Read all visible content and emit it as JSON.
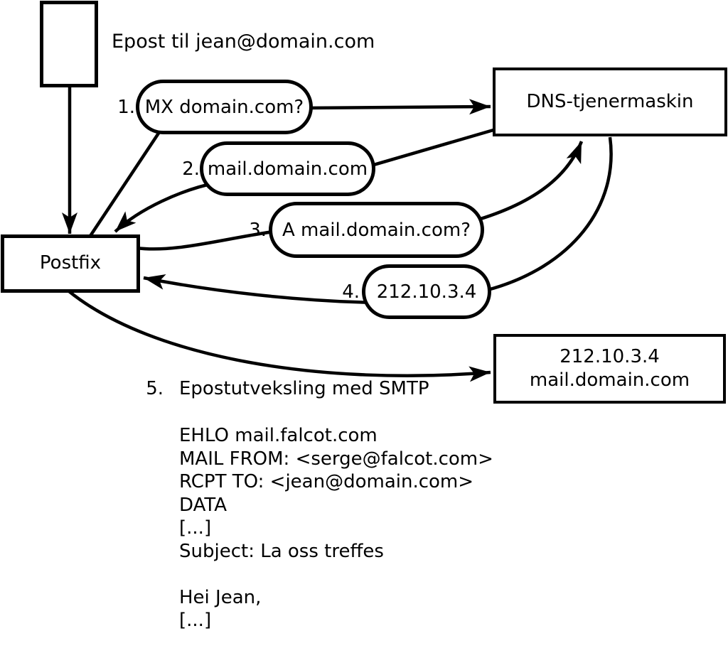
{
  "title": "Epost til jean@domain.com",
  "nodes": {
    "postfix_label": "Postfix",
    "dns_label": "DNS-tjenermaskin",
    "target_line1": "212.10.3.4",
    "target_line2": "mail.domain.com"
  },
  "steps": [
    {
      "num": "1.",
      "label": "MX domain.com?"
    },
    {
      "num": "2.",
      "label": "mail.domain.com"
    },
    {
      "num": "3.",
      "label": "A mail.domain.com?"
    },
    {
      "num": "4.",
      "label": "212.10.3.4"
    },
    {
      "num": "5.",
      "label": "Epostutveksling med SMTP"
    }
  ],
  "smtp_session": {
    "lines": [
      "EHLO mail.falcot.com",
      "MAIL FROM: <serge@falcot.com>",
      "RCPT TO: <jean@domain.com>",
      "DATA",
      "[...]",
      "Subject: La oss treffes",
      "",
      "Hei Jean,",
      "[...]",
      "",
      "."
    ]
  },
  "colors": {
    "stroke": "#000000",
    "background": "#ffffff"
  }
}
